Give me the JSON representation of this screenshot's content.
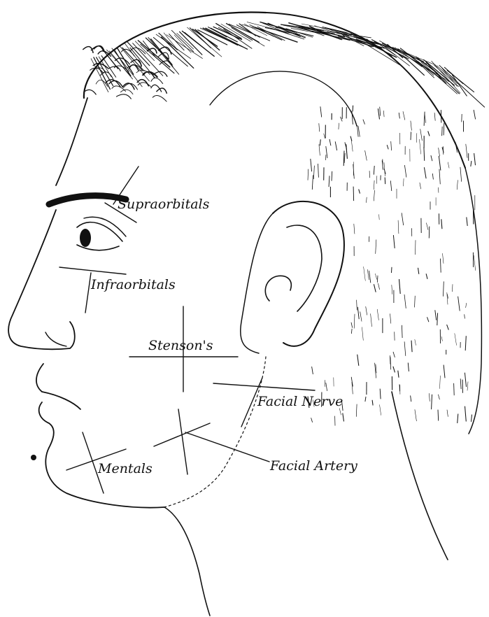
{
  "figure": {
    "labels": {
      "supraorbitals": "Supraorbitals",
      "infraorbitals": "Infraorbitals",
      "stensons": "Stenson's",
      "facial_nerve": "Facial Nerve",
      "mentals": "Mentals",
      "facial_artery": "Facial Artery"
    }
  },
  "colors": {
    "ink": "#111111",
    "background": "#ffffff"
  }
}
